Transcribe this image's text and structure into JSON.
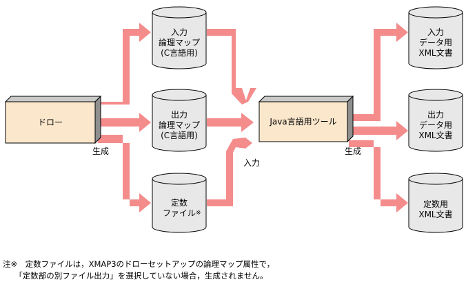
{
  "colors": {
    "arrow": "#f48c8c",
    "box_front": "#fbe7cc",
    "box_top": "#c9c9c9",
    "box_side": "#8f8f8f",
    "cylinder": "#e8e8e8",
    "outline": "#000000"
  },
  "source": {
    "label": "ドロー",
    "gen_label": "生成"
  },
  "inputs": [
    {
      "label": "入力\n論理マップ\n(C言語用)"
    },
    {
      "label": "出力\n論理マップ\n(C言語用)"
    },
    {
      "label": "定数\nファイル",
      "note_mark": "※"
    }
  ],
  "input_label": "入力",
  "tool": {
    "label": "Java言語用ツール",
    "gen_label": "生成"
  },
  "outputs": [
    {
      "label": "入力\nデータ用\nXML文書"
    },
    {
      "label": "出力\nデータ用\nXML文書"
    },
    {
      "label": "定数用\nXML文書"
    }
  ],
  "footnote": {
    "line1": "注※　定数ファイルは，XMAP3のドローセットアップの論理マップ属性で，",
    "line2": "　　「定数部の別ファイル出力」を選択していない場合，生成されません。"
  }
}
